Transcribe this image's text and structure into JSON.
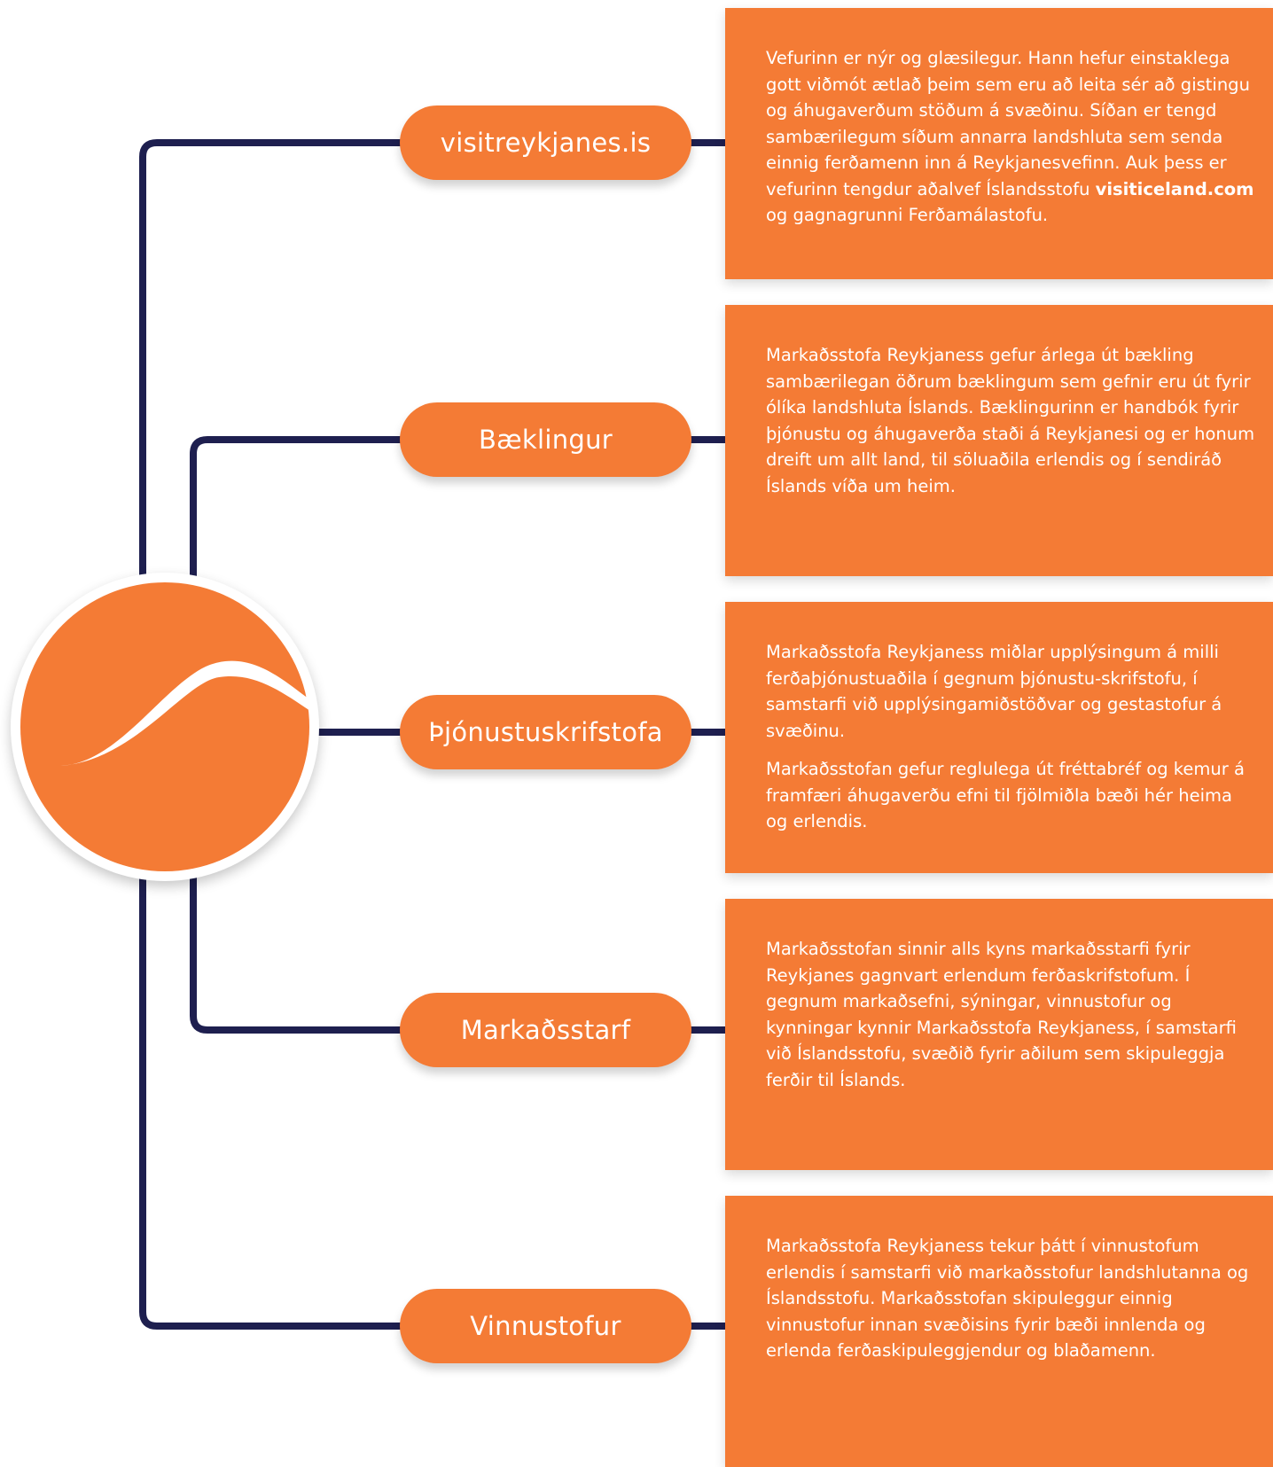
{
  "colors": {
    "orange": "#f47b35",
    "navy": "#1e1f4f",
    "white": "#ffffff"
  },
  "logo": {
    "icon": "wave-logo-icon"
  },
  "branches": [
    {
      "pill": "visitreykjanes.is",
      "card": {
        "paragraphs": [
          {
            "before": "Vefurinn er nýr og glæsilegur. Hann hefur einstaklega gott viðmót ætlað þeim sem eru að leita sér að gistingu og áhugaverðum stöðum á svæðinu. Síðan er tengd sambærilegum síðum annarra landshluta sem senda einnig ferðamenn inn á Reykjanesvefinn. Auk þess er vefurinn tengdur aðalvef Íslandsstofu ",
            "bold": "visiticeland.com",
            "after": " og gagnagrunni Ferðamálastofu."
          }
        ]
      }
    },
    {
      "pill": "Bæklingur",
      "card": {
        "paragraphs": [
          {
            "before": "Markaðsstofa Reykjaness gefur árlega út bækling sambærilegan öðrum bæklingum sem gefnir eru út fyrir ólíka landshluta Íslands. Bæklingurinn er handbók fyrir þjónustu og áhugaverða staði á Reykjanesi og er honum dreift um allt land, til söluaðila erlendis og í sendiráð Íslands víða um heim."
          }
        ]
      }
    },
    {
      "pill": "Þjónustuskrifstofa",
      "card": {
        "paragraphs": [
          {
            "before": "Markaðsstofa Reykjaness miðlar upplýsingum á milli ferðaþjónustuaðila í gegnum þjónustu-skrifstofu, í samstarfi við upplýsingamiðstöðvar og gestastofur á svæðinu."
          },
          {
            "before": "Markaðsstofan gefur reglulega út fréttabréf og kemur á framfæri áhugaverðu efni til fjölmiðla bæði hér heima og erlendis."
          }
        ]
      }
    },
    {
      "pill": "Markaðsstarf",
      "card": {
        "paragraphs": [
          {
            "before": "Markaðsstofan sinnir alls kyns markaðsstarfi fyrir Reykjanes gagnvart erlendum ferðaskrifstofum. Í gegnum markaðsefni, sýningar, vinnustofur og kynningar kynnir Markaðsstofa Reykjaness, í samstarfi við Íslandsstofu, svæðið fyrir aðilum sem skipuleggja ferðir til Íslands."
          }
        ]
      }
    },
    {
      "pill": "Vinnustofur",
      "card": {
        "paragraphs": [
          {
            "before": "Markaðsstofa Reykjaness tekur þátt í vinnustofum erlendis í samstarfi við markaðsstofur landshlutanna og Íslandsstofu. Markaðsstofan skipuleggur einnig vinnustofur innan svæðisins fyrir bæði innlenda og erlenda ferðaskipuleggjendur og blaðamenn."
          }
        ]
      }
    }
  ]
}
